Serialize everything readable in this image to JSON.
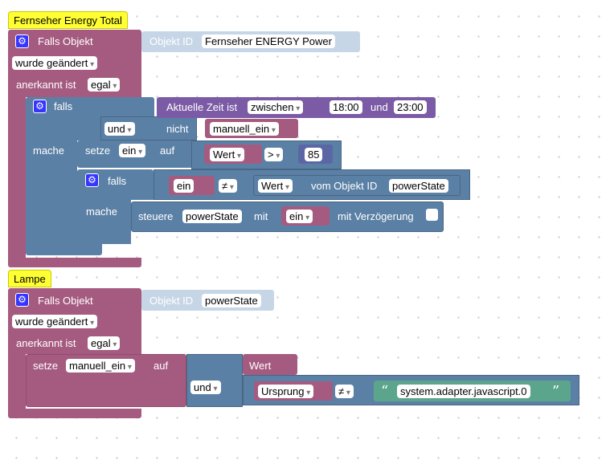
{
  "script1": {
    "comment": "Fernseher Energy Total",
    "trigger_label": "Falls Objekt",
    "objid_label": "Objekt ID",
    "objid_value": "Fernseher ENERGY  Power",
    "changed_value": "wurde geändert",
    "ack_label": "anerkannt ist",
    "ack_value": "egal",
    "if_label": "falls",
    "time_label": "Aktuelle Zeit ist",
    "time_op": "zwischen",
    "time_from": "18:00",
    "time_and": "und",
    "time_to": "23:00",
    "and_op": "und",
    "not_label": "nicht",
    "not_var": "manuell_ein",
    "do_label": "mache",
    "set_label": "setze",
    "set_var": "ein",
    "set_to": "auf",
    "wert_value": "Wert",
    "cmp_op": ">",
    "cmp_num": "85",
    "inner_if_label": "falls",
    "ein_var": "ein",
    "neq_op": "≠",
    "wert2_value": "Wert",
    "vom_objekt_label": "vom Objekt ID",
    "powerstate_id": "powerState",
    "inner_do_label": "mache",
    "steuere_label": "steuere",
    "steuere_id": "powerState",
    "mit_label": "mit",
    "steuere_var": "ein",
    "delay_label": "mit Verzögerung"
  },
  "script2": {
    "comment": "Lampe",
    "trigger_label": "Falls Objekt",
    "objid_label": "Objekt ID",
    "objid_value": "powerState",
    "changed_value": "wurde geändert",
    "ack_label": "anerkannt ist",
    "ack_value": "egal",
    "set_label": "setze",
    "set_var": "manuell_ein",
    "set_to": "auf",
    "wert_value": "Wert",
    "and_op": "und",
    "ursprung_value": "Ursprung",
    "neq_op": "≠",
    "text_value": "system.adapter.javascript.0"
  },
  "colors": {
    "trigger": "#a55b80",
    "control": "#5b80a5",
    "time": "#7b5ba5",
    "math": "#5b67a5",
    "text": "#5ba58c",
    "comment": "#ffff33"
  },
  "icons": {
    "gear": "gear-icon",
    "open_quote": "“",
    "close_quote": "”"
  }
}
